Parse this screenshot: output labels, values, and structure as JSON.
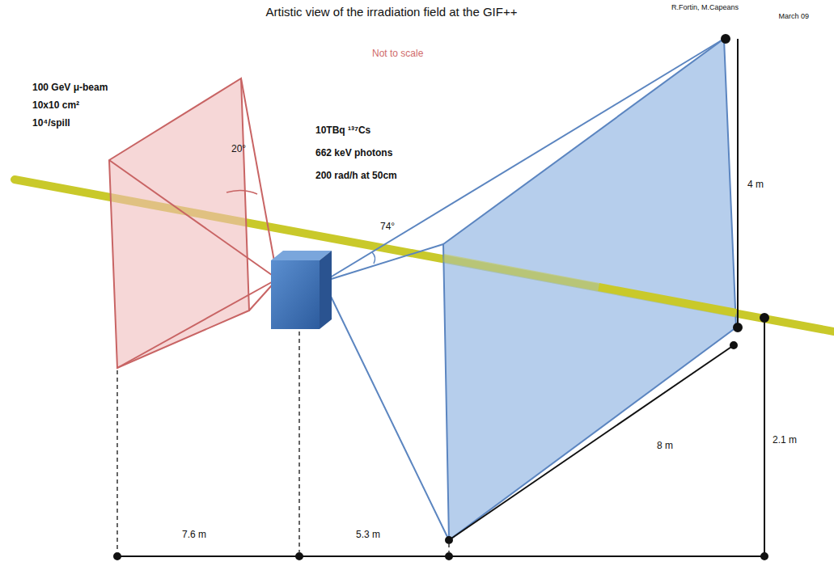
{
  "diagram": {
    "title": "Artistic view of the irradiation field at the GIF++",
    "labels": [
      "R.Fortin, M.Capeans",
      "March 09",
      "Not to scale",
      "100 GeV μ-beam",
      "10x10 cm²",
      "10⁴/spill",
      "10TBq ¹³⁷Cs",
      "662 keV photons",
      "200 rad/h at 50cm",
      "20°",
      "74°",
      "4 m",
      "8 m",
      "2.1 m",
      "7.6 m",
      "5.3 m"
    ]
  }
}
